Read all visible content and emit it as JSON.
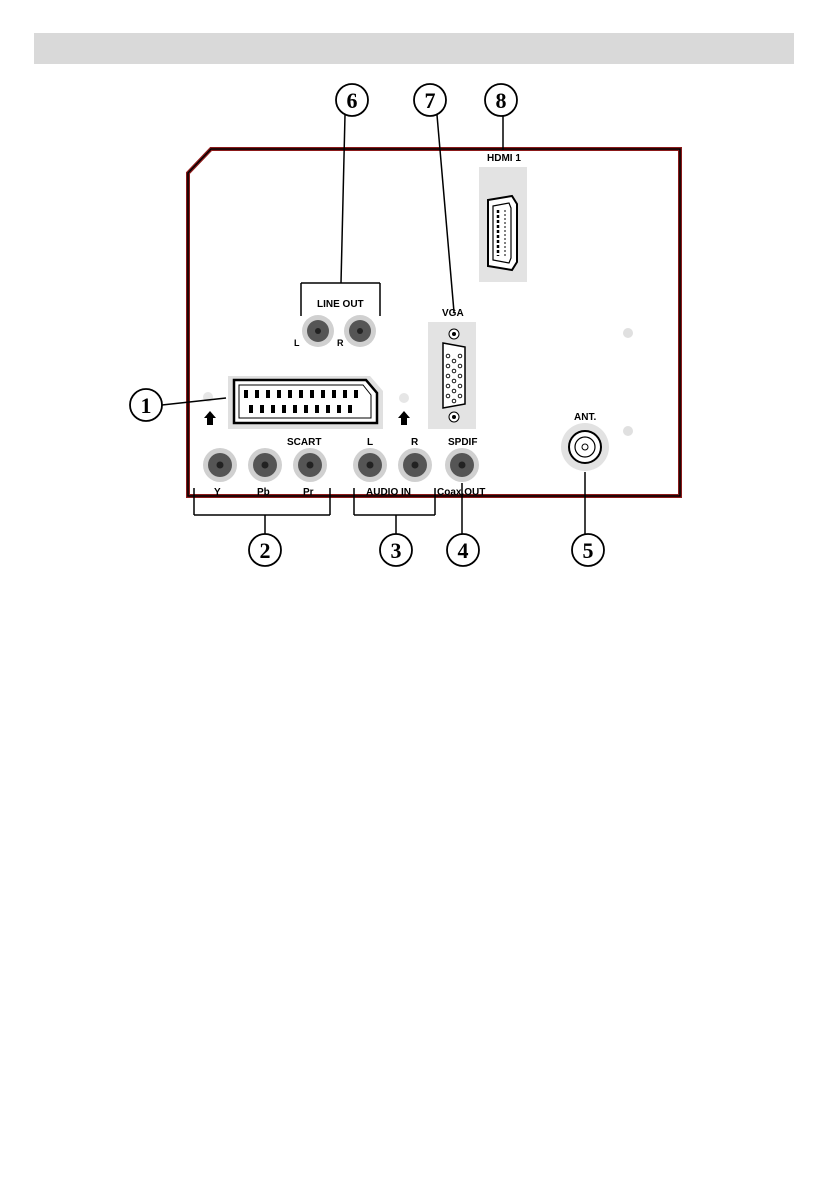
{
  "diagram": {
    "connectors": {
      "hdmi": "HDMI 1",
      "line_out": "LINE OUT",
      "line_out_left": "L",
      "line_out_right": "R",
      "vga": "VGA",
      "scart": "SCART",
      "audio_in_left": "L",
      "audio_in_right": "R",
      "spdif": "SPDIF",
      "antenna": "ANT.",
      "component_y": "Y",
      "component_pb": "Pb",
      "component_pr": "Pr",
      "audio_in": "AUDIO IN",
      "coax_out": "Coax.OUT"
    },
    "callouts": [
      "1",
      "2",
      "3",
      "4",
      "5",
      "6",
      "7",
      "8"
    ],
    "colors": {
      "panel_outline": "#000000",
      "panel_inner_line": "#8b1a1a",
      "header_bar": "#d9d9d9",
      "jack_ring": "#d0d0d0",
      "jack_body": "#555555"
    }
  }
}
